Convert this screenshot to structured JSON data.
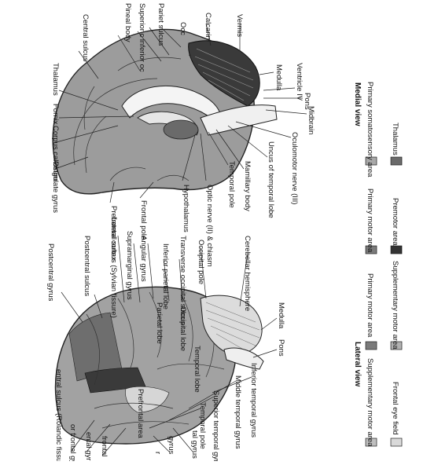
{
  "medial_view": {
    "title": "Medial view",
    "labels": [
      "Occ",
      "Pariet sulcus",
      "Superior c inferior oc",
      "Pineal body",
      "Central sulcus",
      "Thalamus",
      "Fornix",
      "Corpus callosum",
      "Cingulate gyrus",
      "Calcarin",
      "Vermis",
      "Medulla",
      "Ventricle IV",
      "Pons",
      "Midbrain",
      "Oculomotor nerve (III)",
      "Uncus of temporal lobe",
      "Mamillary body",
      "Temporal pole",
      "Optic nerve (II) & chiasm",
      "Hypothalamus",
      "Frontal pole",
      "Prefrontal cortex"
    ]
  },
  "lateral_view": {
    "title": "Lateral view",
    "labels": [
      "Postcentral gyrus",
      "Postcentral sulcus",
      "Lateral sulcus (Sylvian fissure)",
      "Supramarginal gyrus",
      "Angular gyrus",
      "Inferior parietal lobe",
      "Transverse occipital sulcus",
      "Occipital pole",
      "Cerebellar hemisphere",
      "Medulla",
      "Pons",
      "Inferior temporal gyrus",
      "Middle temporal gyrus",
      "Superior temporal gyrus",
      "Temporal pole",
      "tal gyrus",
      "gyrus",
      "r",
      "frontal",
      "ental gyrus",
      "or frontal gyrus",
      "entral sulcus (Rolandic fissure)",
      "Parietal lobe",
      "Occipital lobe",
      "Temporal lobe",
      "Prefrontal area"
    ]
  },
  "legend": {
    "lateral": [
      {
        "label": "Supplementary motor area",
        "color": "#bfbfbf"
      },
      {
        "label": "Frontal eye field",
        "color": "#d9d9d9"
      },
      {
        "label": "Primary motor area",
        "color": "#7a7a7a"
      },
      {
        "label": "Supplementary motor area",
        "color": "#b0b0b0"
      }
    ],
    "medial": [
      {
        "label": "Primary motor area",
        "color": "#7a7a7a"
      },
      {
        "label": "Premotor area",
        "color": "#333333"
      },
      {
        "label": "Primary somatosensory area",
        "color": "#a8a8a8"
      },
      {
        "label": "Thalamus",
        "color": "#6a6a6a"
      }
    ]
  },
  "colors": {
    "cortex": "#9a9a9a",
    "cortex_light": "#bdbdbd",
    "cortex_dark": "#575757",
    "white_matter": "#f2f2f2"
  }
}
